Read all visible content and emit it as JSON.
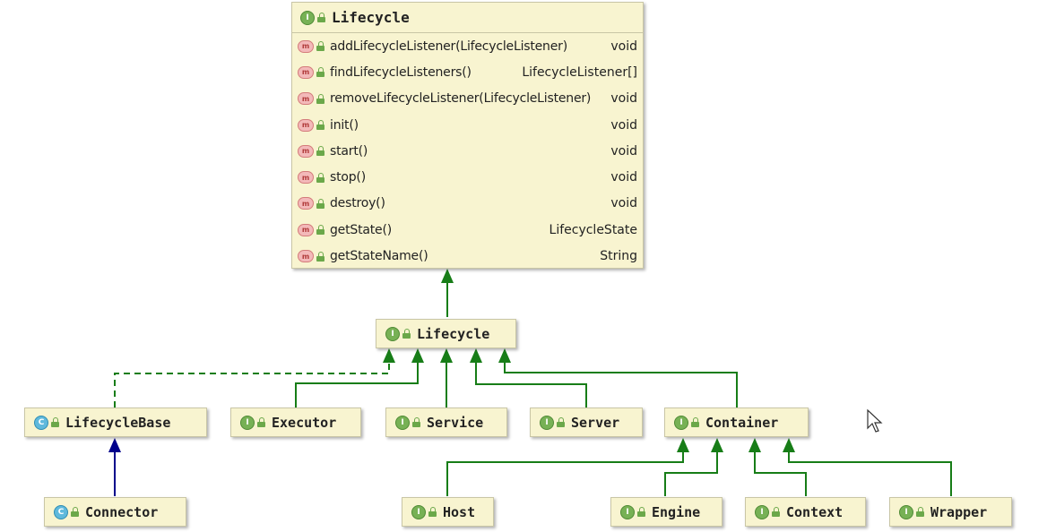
{
  "interface_box": {
    "title": "Lifecycle",
    "methods": [
      {
        "name": "addLifecycleListener(LifecycleListener)",
        "type": "void"
      },
      {
        "name": "findLifecycleListeners()",
        "type": "LifecycleListener[]"
      },
      {
        "name": "removeLifecycleListener(LifecycleListener)",
        "type": "void"
      },
      {
        "name": "init()",
        "type": "void"
      },
      {
        "name": "start()",
        "type": "void"
      },
      {
        "name": "stop()",
        "type": "void"
      },
      {
        "name": "destroy()",
        "type": "void"
      },
      {
        "name": "getState()",
        "type": "LifecycleState"
      },
      {
        "name": "getStateName()",
        "type": "String"
      }
    ]
  },
  "badges": {
    "interface": "I",
    "class": "C",
    "method": "m"
  },
  "nodes": {
    "lifecycle": "Lifecycle",
    "lifecycle_base": "LifecycleBase",
    "executor": "Executor",
    "service": "Service",
    "server": "Server",
    "container": "Container",
    "connector": "Connector",
    "host": "Host",
    "engine": "Engine",
    "context": "Context",
    "wrapper": "Wrapper"
  },
  "colors": {
    "extends_arrow": "#177d17",
    "implements_arrow": "#00008b",
    "node_fill": "#f8f4d0"
  }
}
